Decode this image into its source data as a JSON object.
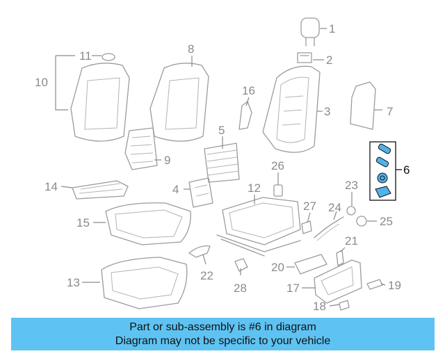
{
  "diagram": {
    "callouts": [
      "1",
      "2",
      "3",
      "4",
      "5",
      "6",
      "7",
      "8",
      "9",
      "10",
      "11",
      "12",
      "13",
      "14",
      "15",
      "16",
      "17",
      "18",
      "19",
      "20",
      "21",
      "22",
      "23",
      "24",
      "25",
      "26",
      "27",
      "28"
    ],
    "highlighted_part": "6",
    "colors": {
      "highlight_fill": "#4fb3ea",
      "highlight_stroke": "#111111",
      "banner": "#5ec3f2",
      "line": "#9b9b9b"
    }
  },
  "banner": {
    "line1": "Part or sub-assembly is #6 in diagram",
    "line2": "Diagram may not be specific to your vehicle"
  }
}
